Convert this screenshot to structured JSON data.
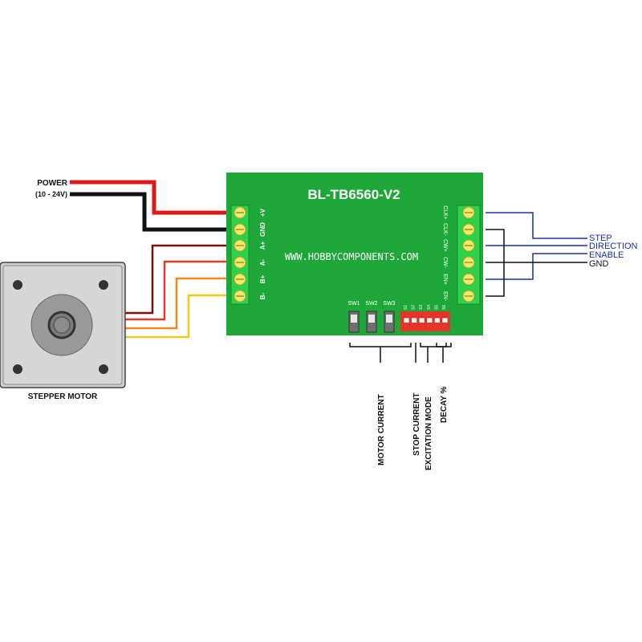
{
  "power": {
    "label": "POWER",
    "range": "(10 - 24V)"
  },
  "board": {
    "title": "BL-TB6560-V2",
    "url": "WWW.HOBBYCOMPONENTS.COM",
    "left_pins": [
      "+V",
      "GND",
      "A+",
      "A-",
      "B+",
      "B-"
    ],
    "right_pins": [
      "CLK+",
      "CLK-",
      "CW+",
      "CW-",
      "EN+",
      "EN-"
    ],
    "switches": [
      "SW1",
      "SW2",
      "SW3"
    ],
    "dip": [
      "S1",
      "S2",
      "S3",
      "S4",
      "S5",
      "S6"
    ],
    "colors": {
      "board": "#1ea83a",
      "terminal": "#2fd04a",
      "screw": "#f2e86a",
      "dip": "#e8352a"
    }
  },
  "motor": {
    "label": "STEPPER MOTOR"
  },
  "signals": {
    "step": "STEP",
    "direction": "DIRECTION",
    "enable": "ENABLE",
    "gnd": "GND",
    "color": "#1a2ea8"
  },
  "settings": {
    "motor_current": "MOTOR CURRENT",
    "stop_current": "STOP CURRENT",
    "excitation_mode": "EXCITATION MODE",
    "decay": "DECAY %"
  }
}
